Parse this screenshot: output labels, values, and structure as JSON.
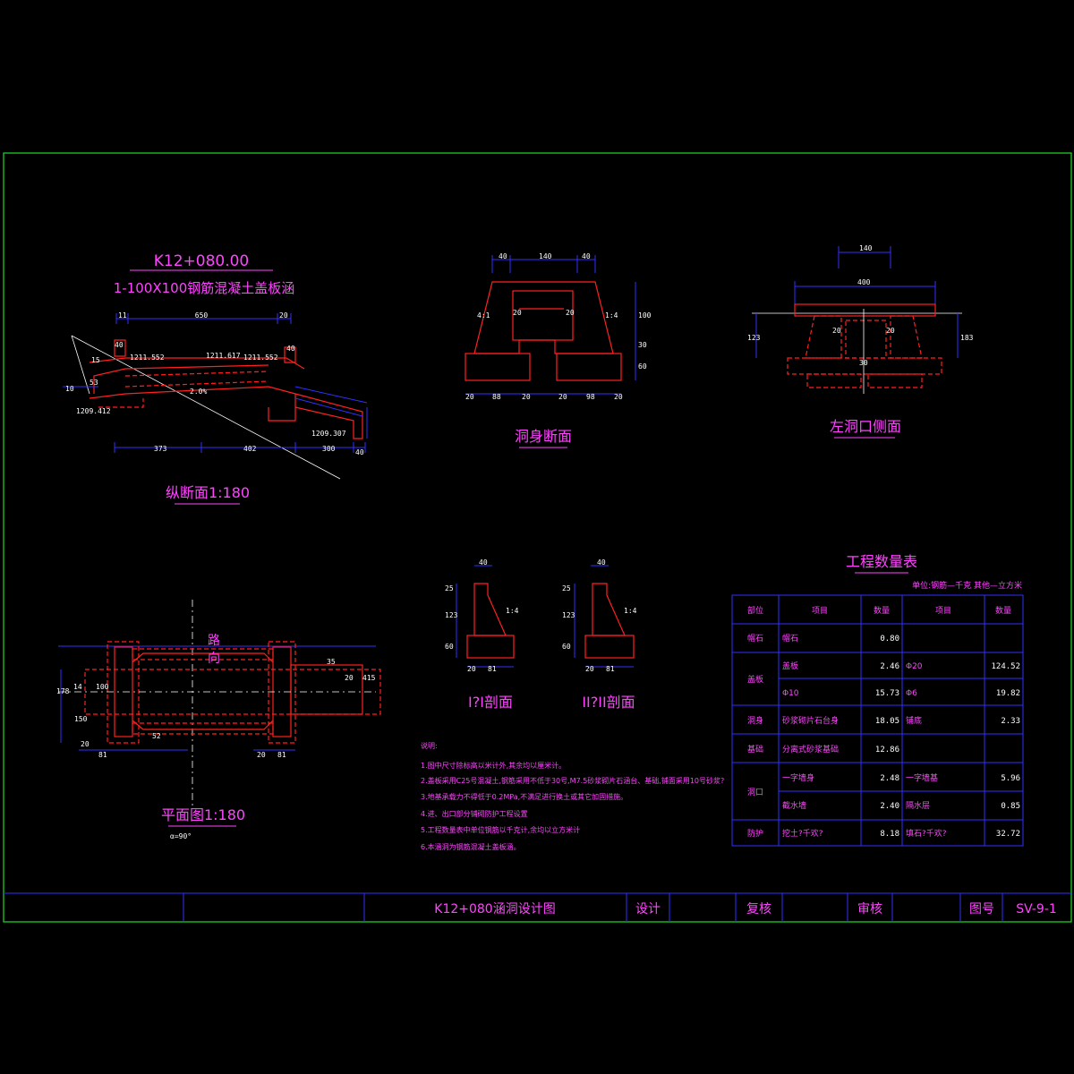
{
  "drawing": {
    "station_title": "K12+080.00",
    "culvert_title": "1-100X100钢筋混凝土盖板涵",
    "view_longitudinal": "纵断面1:180",
    "view_body_section": "洞身断面",
    "view_left_portal": "左洞口侧面",
    "view_plan": "平面图1:180",
    "plan_angle": "α=90°",
    "plan_road_dir_1": "路",
    "plan_road_dir_2": "向",
    "section_1": "I?I剖面",
    "section_2": "II?II剖面"
  },
  "longitudinal_dims": {
    "top_left": "11",
    "top_mid": "650",
    "top_right": "20",
    "elev_1": "1211.552",
    "elev_2": "1211.617",
    "elev_3": "1211.552",
    "elev_4": "1209.412",
    "elev_5": "1209.307",
    "slope": "2.0%",
    "bot_1": "373",
    "bot_2": "402",
    "bot_3": "300",
    "bot_4": "40",
    "left_40": "40",
    "right_40": "40",
    "d15": "15",
    "d53": "53",
    "d10": "10"
  },
  "body_dims": {
    "top_40a": "40",
    "top_140": "140",
    "top_40b": "40",
    "r_100": "100",
    "r_30": "30",
    "r_60": "60",
    "in_20a": "20",
    "in_20b": "20",
    "bot_20a": "20",
    "bot_88a": "88",
    "bot_20b": "20",
    "bot_20c": "20",
    "bot_98": "98",
    "bot_20d": "20",
    "slope_l": "4:1",
    "slope_r": "1:4"
  },
  "portal_dims": {
    "top_140": "140",
    "top_400": "400",
    "left_123": "123",
    "right_183": "183",
    "i20a": "20",
    "i20b": "20",
    "i30": "30"
  },
  "section_dims": {
    "s1_top": "40",
    "s1_25": "25",
    "s1_123": "123",
    "s1_60": "60",
    "s1_20": "20",
    "s1_81": "81",
    "s2_top": "40",
    "s2_25": "25",
    "s2_123": "123",
    "s2_60": "60",
    "s2_20": "20",
    "s2_81": "81",
    "slope": "1:4"
  },
  "plan_dims": {
    "d178": "178",
    "d14": "14",
    "d100": "100",
    "d150": "150",
    "d20": "20",
    "d81": "81",
    "d20b": "20",
    "d81b": "81",
    "d35": "35",
    "d415": "415",
    "d20c": "20",
    "d52": "52"
  },
  "notes": {
    "heading": "说明:",
    "lines": [
      "1.图中尺寸除标高以米计外,其余均以厘米计。",
      "2.盖板采用C25号混凝土,钢筋采用不低于30号,M7.5砂浆砌片石涵台、基础,铺面采用10号砂浆?",
      "3.地基承载力不得低于0.2MPa,不满足进行换土或其它加固措施。",
      "4.进、出口部分铺砌防护工程设置",
      "5.工程数量表中单位钢筋以千克计,余均以立方米计",
      "6.本涵洞为钢筋混凝土盖板涵。"
    ]
  },
  "quantity_table": {
    "title": "工程数量表",
    "unit_note": "单位:钢筋—千克  其他—立方米",
    "headers": [
      "部位",
      "项目",
      "数量",
      "项目",
      "数量"
    ],
    "rows": [
      {
        "part": "帽石",
        "item1": "帽石",
        "qty1": "0.80",
        "item2": "",
        "qty2": ""
      },
      {
        "part": "盖板",
        "item1": "盖板",
        "qty1": "2.46",
        "item2": "Φ20",
        "qty2": "124.52"
      },
      {
        "part": "",
        "item1": "Φ10",
        "qty1": "15.73",
        "item2": "Φ6",
        "qty2": "19.82"
      },
      {
        "part": "洞身",
        "item1": "砂浆砌片石台身",
        "qty1": "18.05",
        "item2": "铺底",
        "qty2": "2.33"
      },
      {
        "part": "基础",
        "item1": "分离式砂浆基础",
        "qty1": "12.86",
        "item2": "",
        "qty2": ""
      },
      {
        "part": "洞口",
        "item1": "一字墙身",
        "qty1": "2.48",
        "item2": "一字墙基",
        "qty2": "5.96"
      },
      {
        "part": "",
        "item1": "截水墙",
        "qty1": "2.40",
        "item2": "隔水层",
        "qty2": "0.85"
      },
      {
        "part": "防护",
        "item1": "挖土?千欢?",
        "qty1": "8.18",
        "item2": "填石?千欢?",
        "qty2": "32.72"
      }
    ]
  },
  "title_block": {
    "drawing_name": "K12+080涵洞设计图",
    "design": "设计",
    "check": "复核",
    "review": "审核",
    "sheet_label": "图号",
    "sheet_no": "SV-9-1"
  },
  "colors": {
    "background": "#000000",
    "frame": "#22dd22",
    "linework": "#ff2020",
    "dimension": "#3030ff",
    "text": "#ff44ff",
    "table": "#3030ff"
  }
}
